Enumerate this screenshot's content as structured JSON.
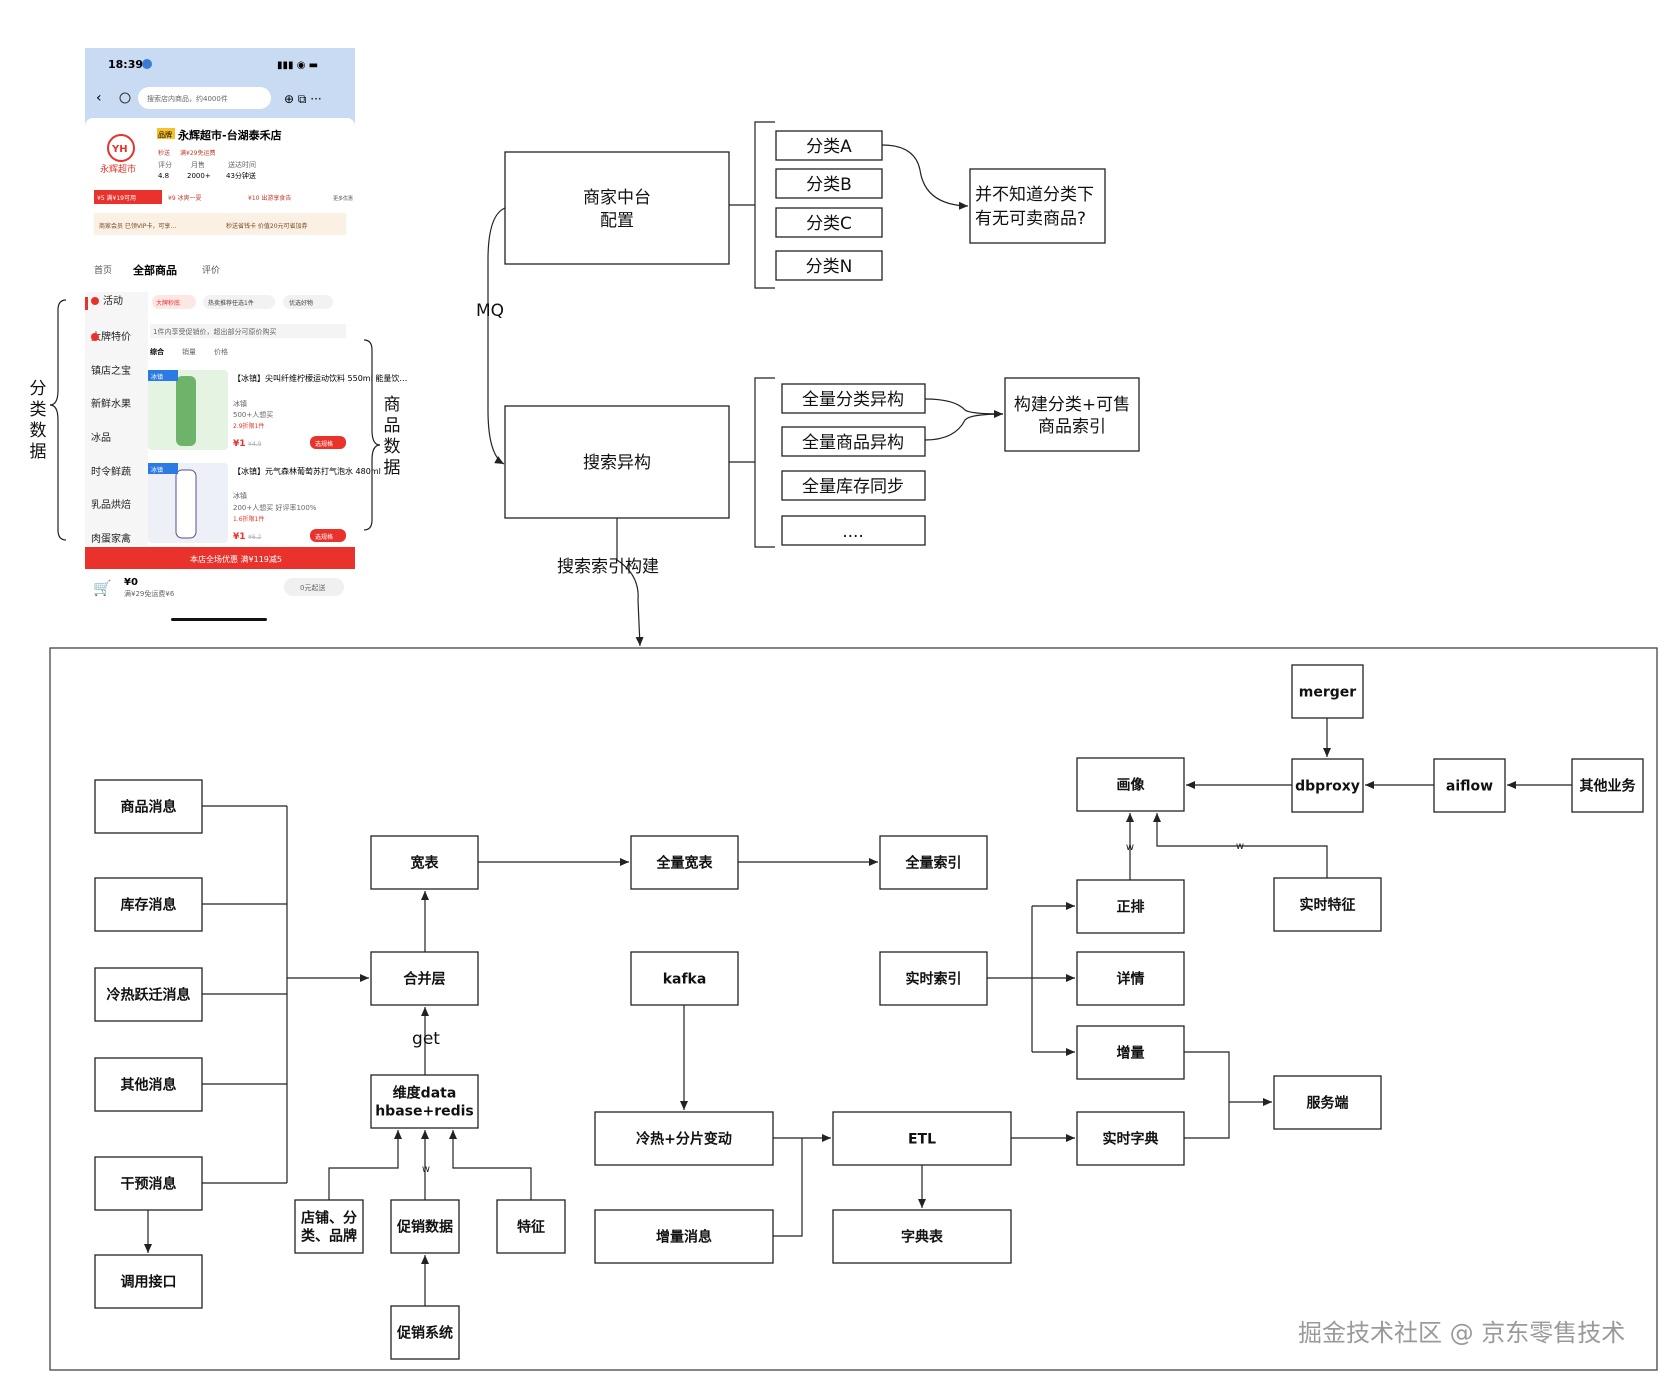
{
  "phone": {
    "time": "18:39",
    "search_placeholder": "搜索店内商品，约4000件",
    "brand_tag": "品牌",
    "store_name": "永辉超市-台湖泰禾店",
    "logo_text": "永辉超市",
    "logo_mark": "YH",
    "store_tags": [
      "秒送",
      "满¥29免运费"
    ],
    "stats": [
      {
        "label": "评分",
        "value": "4.8"
      },
      {
        "label": "月售",
        "value": "2000+"
      },
      {
        "label": "送达时间",
        "value": "43分钟送"
      }
    ],
    "coupons": [
      "¥5 满¥19可用",
      "¥9 冰爽一夏",
      "¥10 出游享食告",
      "更多优惠"
    ],
    "member_bar": [
      "商家会员 已领VIP卡，可享…",
      "秒送省钱卡 价值20元可省加券"
    ],
    "tabs": [
      "首页",
      "全部商品",
      "评价"
    ],
    "categories": [
      "活动",
      "大牌特价",
      "镇店之宝",
      "新鲜水果",
      "冰品",
      "时令鲜蔬",
      "乳品烘焙",
      "肉蛋家禽"
    ],
    "chips": [
      "大牌秒底",
      "热卖推荐任选1件",
      "优选好物"
    ],
    "promo_line": "1件内享受促销价，超出部分可原价购买",
    "sort": [
      "综合",
      "销量",
      "价格"
    ],
    "products": [
      {
        "badge": "冰镇",
        "title": "【冰镇】尖叫纤维柠檬运动饮料 550ml 能量饮…",
        "tag": "冰镇",
        "sales": "500+人想买",
        "limit": "2.9折限1件",
        "price": "¥1",
        "old": "¥4.9",
        "btn": "选规格"
      },
      {
        "badge": "冰镇",
        "title": "【冰镇】元气森林葡萄苏打气泡水 480ml",
        "tag": "冰镇",
        "sales": "200+人想买  好评率100%",
        "limit": "1.6折限1件",
        "price": "¥1",
        "old": "¥6.2",
        "btn": "选规格"
      }
    ],
    "bottom_banner": "本店全场优惠 满¥119减5",
    "cart_price": "¥0",
    "cart_sub": "满¥29免运费¥6",
    "cart_btn": "0元起送"
  },
  "brace_labels": {
    "left": "分类数据",
    "right": "商品数据"
  },
  "top_diagram": {
    "merchant": "商家中台配置",
    "categories": [
      "分类A",
      "分类B",
      "分类C",
      "分类N"
    ],
    "question": "并不知道分类下有无可卖商品?",
    "mq_label": "MQ",
    "search_async": "搜索异构",
    "async_items": [
      "全量分类异构",
      "全量商品异构",
      "全量库存同步",
      "...."
    ],
    "build_index": "构建分类+可售商品索引",
    "build_label": "搜索索引构建"
  },
  "bottom_diagram": {
    "sources": [
      "商品消息",
      "库存消息",
      "冷热跃迁消息",
      "其他消息",
      "干预消息"
    ],
    "call_api": "调用接口",
    "wide_table": "宽表",
    "merge_layer": "合并层",
    "get_label": "get",
    "dim_data": [
      "维度data",
      "hbase+redis"
    ],
    "w_label": "w",
    "dim_sources": [
      "店铺、分类、品牌",
      "促销数据",
      "特征"
    ],
    "promo_system": "促销系统",
    "full_wide": "全量宽表",
    "full_index": "全量索引",
    "kafka": "kafka",
    "hot_cold": "冷热+分片变动",
    "incr_msg": "增量消息",
    "etl": "ETL",
    "dict_table": "字典表",
    "rt_index": "实时索引",
    "rt_dict": "实时字典",
    "profile": "画像",
    "forward": "正排",
    "detail": "详情",
    "incr": "增量",
    "server": "服务端",
    "merger": "merger",
    "dbproxy": "dbproxy",
    "aiflow": "aiflow",
    "other_biz": "其他业务",
    "rt_feature": "实时特征"
  },
  "watermark": "掘金技术社区 @ 京东零售技术",
  "colors": {
    "jd_red": "#e8322b",
    "phone_blue": "#c9dbf3"
  }
}
